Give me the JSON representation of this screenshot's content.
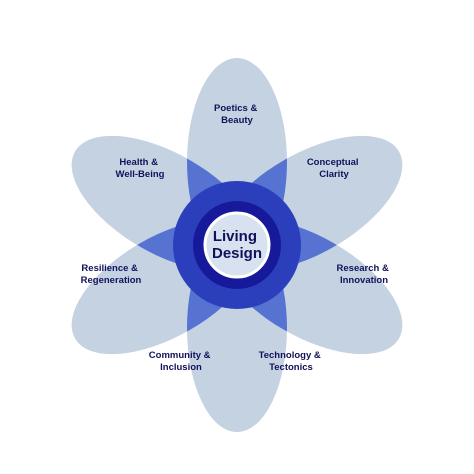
{
  "diagram": {
    "center": {
      "lines": [
        "Living",
        "Design"
      ]
    },
    "petals": [
      {
        "lines": [
          "Poetics &",
          "Beauty"
        ]
      },
      {
        "lines": [
          "Conceptual",
          "Clarity"
        ]
      },
      {
        "lines": [
          "Research &",
          "Innovation"
        ]
      },
      {
        "lines": [
          "Technology &",
          "Tectonics"
        ]
      },
      {
        "lines": [
          "Community &",
          "Inclusion"
        ]
      },
      {
        "lines": [
          "Resilience &",
          "Regeneration"
        ]
      },
      {
        "lines": [
          "Health &",
          "Well-Being"
        ]
      }
    ],
    "colors": {
      "petal_light": "#c5d2e2",
      "overlap_2": "#5673d2",
      "overlap_3": "#2b3fbc",
      "overlap_core": "#17199b",
      "center_fill": "#d7e1ef",
      "center_stroke": "#ffffff",
      "label_text": "#12125a"
    }
  }
}
